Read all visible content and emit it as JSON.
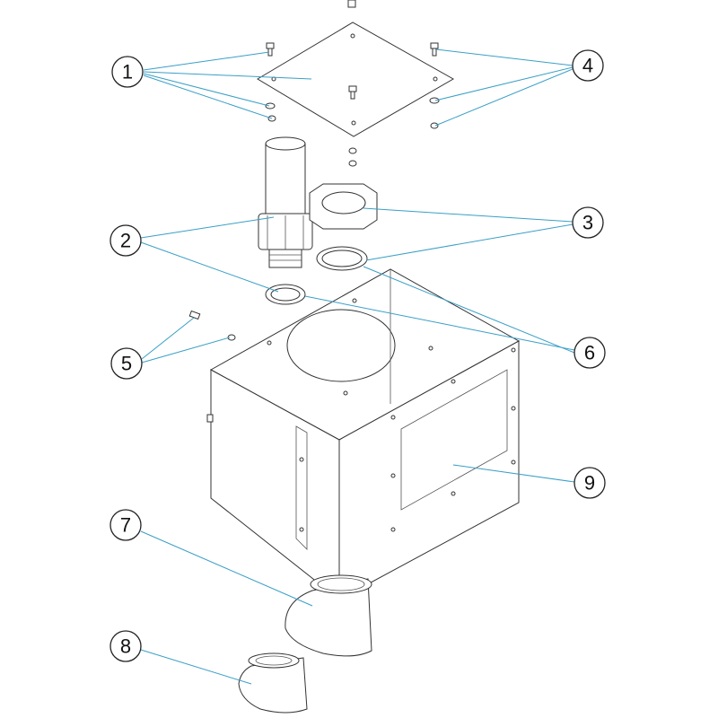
{
  "diagram": {
    "type": "exploded-parts-view",
    "callouts": [
      {
        "id": "1",
        "label": "1"
      },
      {
        "id": "2",
        "label": "2"
      },
      {
        "id": "3",
        "label": "3"
      },
      {
        "id": "4",
        "label": "4"
      },
      {
        "id": "5",
        "label": "5"
      },
      {
        "id": "6",
        "label": "6"
      },
      {
        "id": "7",
        "label": "7"
      },
      {
        "id": "8",
        "label": "8"
      },
      {
        "id": "9",
        "label": "9"
      }
    ],
    "colors": {
      "leader": "#3a9fc6",
      "outline": "#333333"
    }
  }
}
